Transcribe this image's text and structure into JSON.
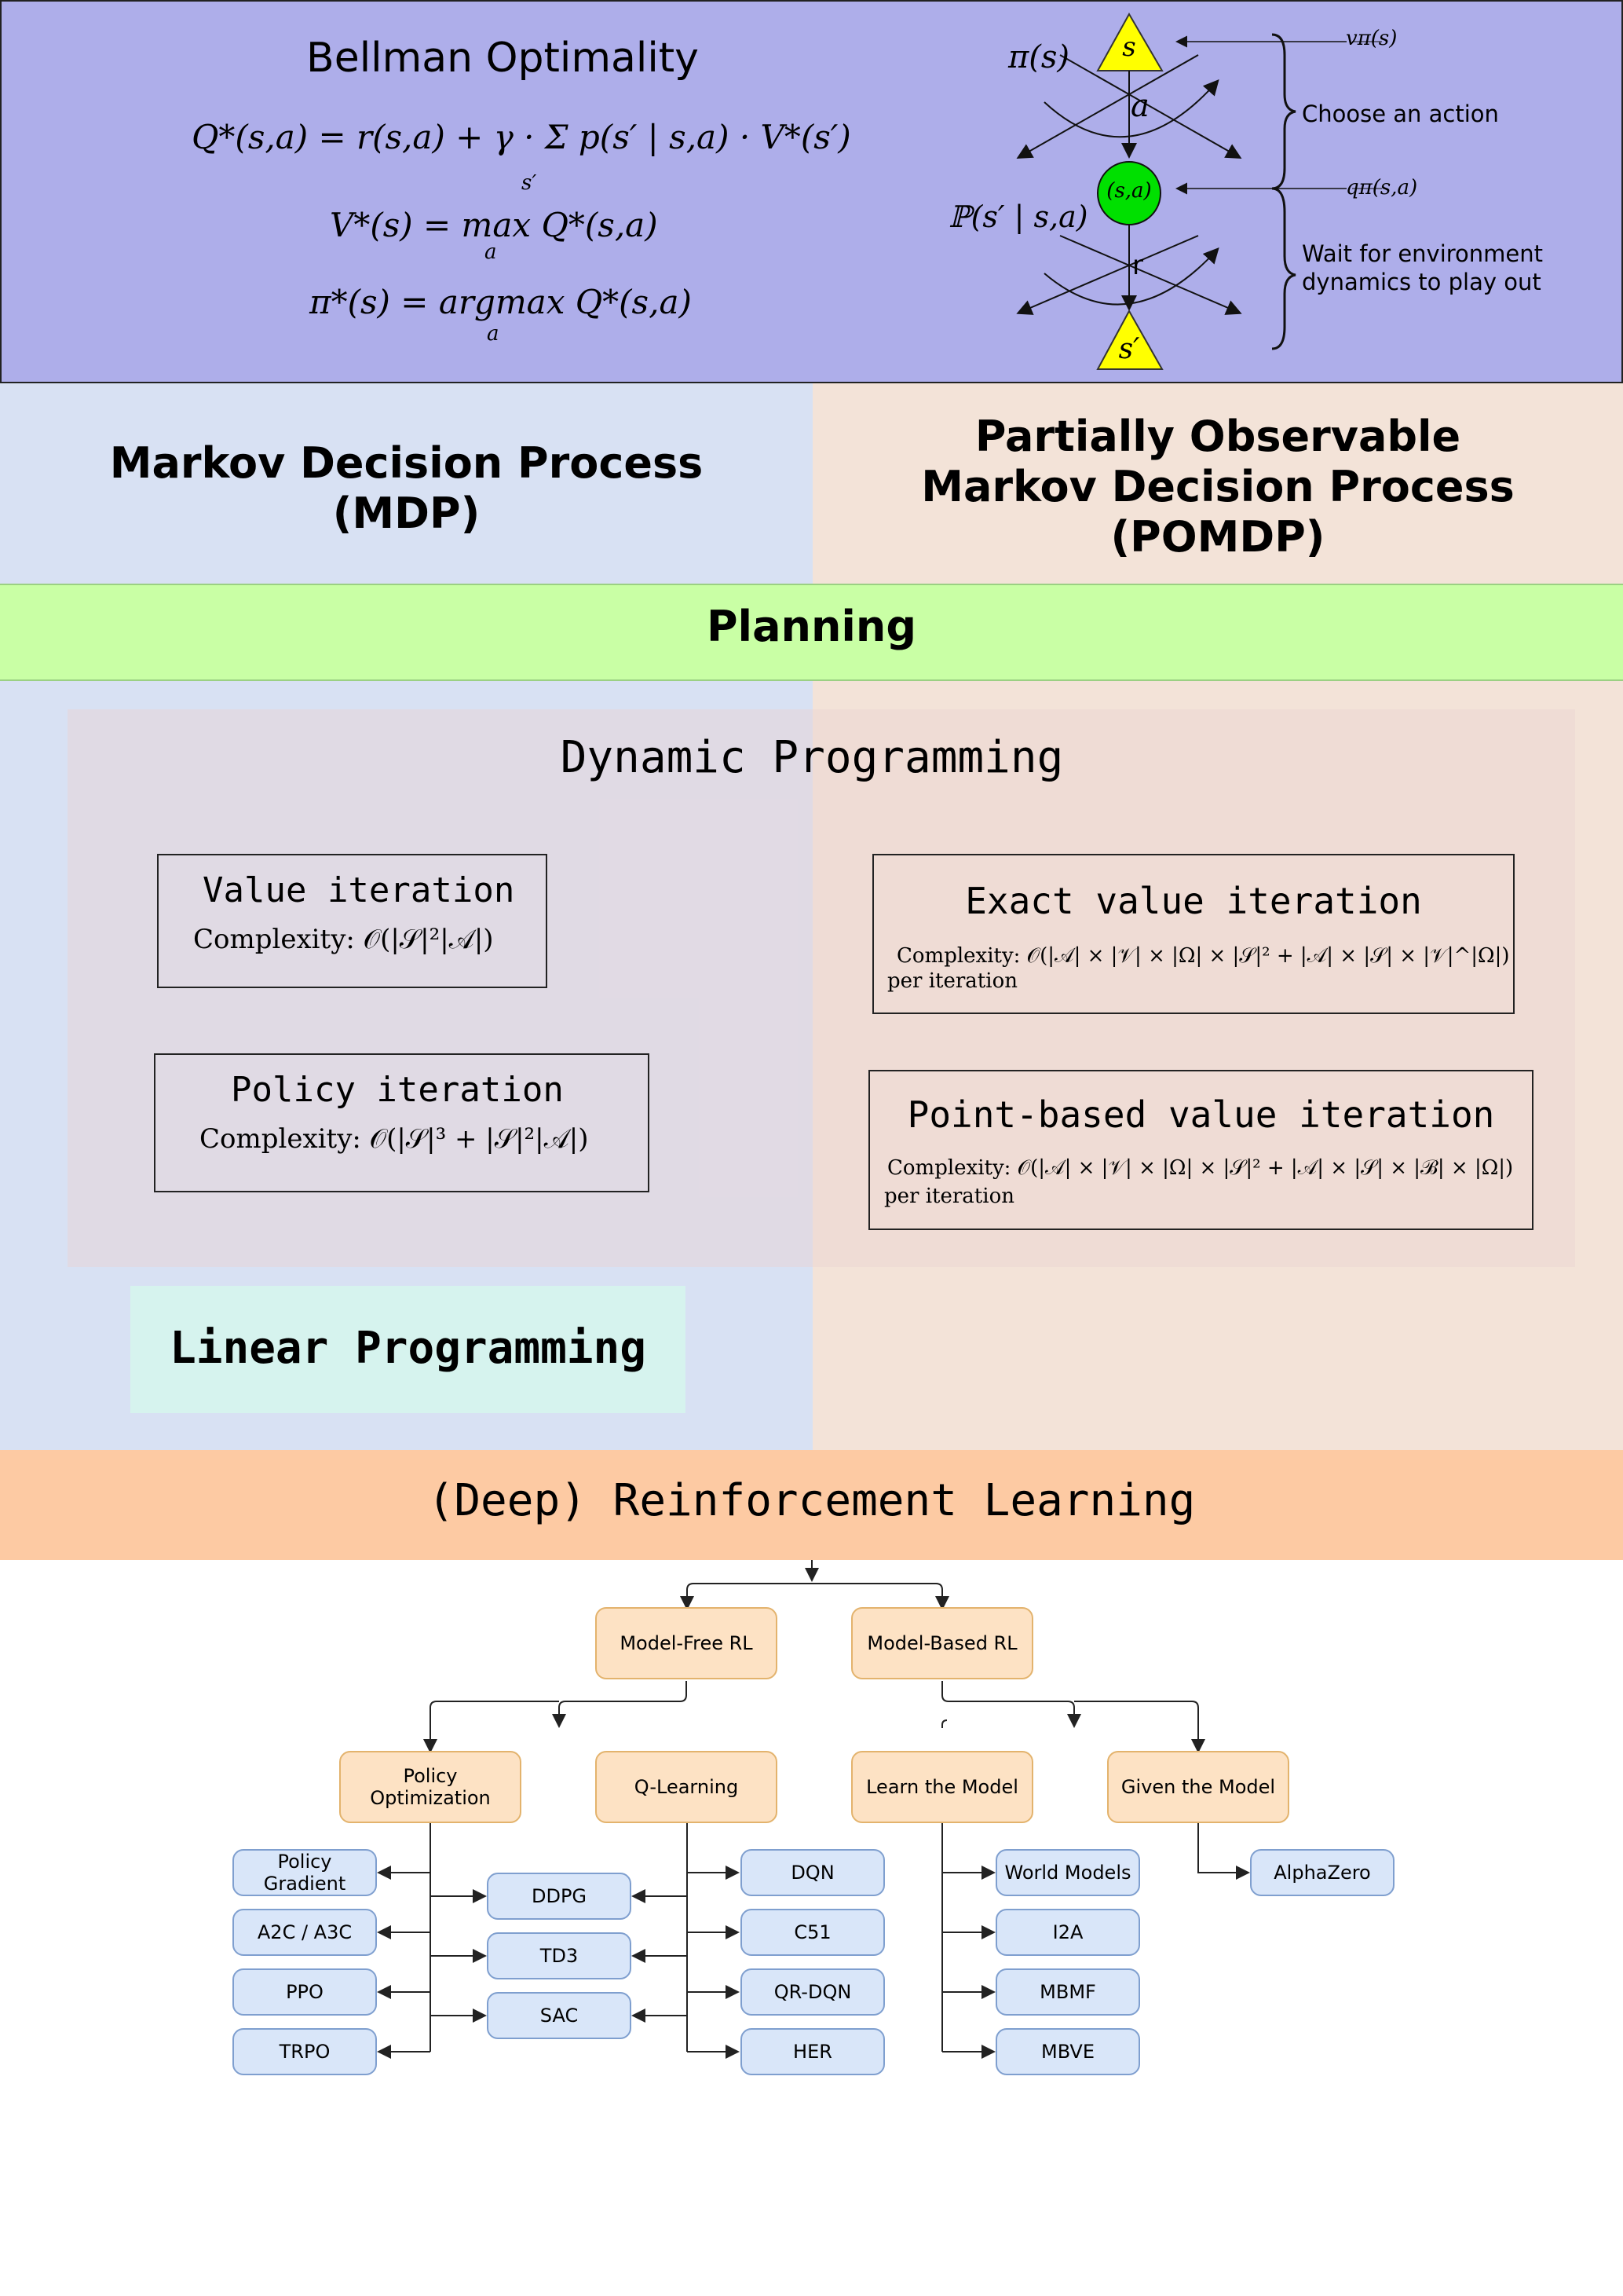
{
  "colors": {
    "bellman_bg": "#aeaeea",
    "mdp_bg": "#d8e1f3",
    "pomdp_bg": "#f3e3d8",
    "planning_bg": "#c9ffa5",
    "linear_programming_bg": "#d6f3ee",
    "rl_bar_bg": "#fdcaa3",
    "rl_node_orange": "#fde2c4",
    "rl_node_blue": "#d9e6f9",
    "state_triangle": "#ffff00",
    "state_action_circle": "#00e000"
  },
  "bellman": {
    "title": "Bellman Optimality",
    "eq_q": "Q*(s,a) = r(s,a) + γ · Σ p(s′ | s,a) · V*(s′)",
    "eq_q_sub": "s′",
    "eq_v": "V*(s) = max Q*(s,a)",
    "eq_v_sub": "a",
    "eq_pi": "π*(s) = argmax Q*(s,a)",
    "eq_pi_sub": "a",
    "backup_diagram": {
      "policy_label": "π(s)",
      "state_top": "s",
      "action_label": "a",
      "state_action": "(s,a)",
      "transition_label": "ℙ(s′ | s,a)",
      "reward_label": "r",
      "state_bottom": "s′",
      "v_label": "vπ(s)",
      "q_label": "qπ(s,a)",
      "brace_top_text": "Choose an action",
      "brace_bottom_text_1": "Wait for environment",
      "brace_bottom_text_2": "dynamics to play out"
    }
  },
  "mdp": {
    "line1": "Markov Decision Process",
    "line2": "(MDP)"
  },
  "pomdp": {
    "line1": "Partially Observable",
    "line2": "Markov Decision Process",
    "line3": "(POMDP)"
  },
  "planning": {
    "label": "Planning"
  },
  "dynamic_programming": {
    "title": "Dynamic Programming",
    "value_iteration": {
      "title": "Value iteration",
      "complexity": "Complexity: 𝒪(|𝒮|²|𝒜|)"
    },
    "policy_iteration": {
      "title": "Policy iteration",
      "complexity": "Complexity: 𝒪(|𝒮|³ + |𝒮|²|𝒜|)"
    },
    "exact_value_iteration": {
      "title": "Exact value iteration",
      "complexity": "Complexity: 𝒪(|𝒜| × |𝒱| × |Ω| × |𝒮|² + |𝒜| × |𝒮| × |𝒱|^|Ω|)",
      "note": "per iteration"
    },
    "point_based_value_iteration": {
      "title": "Point-based value iteration",
      "complexity": "Complexity: 𝒪(|𝒜| × |𝒱| × |Ω| × |𝒮|² + |𝒜| × |𝒮| × |ℬ| × |Ω|)",
      "note": "per iteration"
    }
  },
  "linear_programming": {
    "label": "Linear Programming"
  },
  "reinforcement_learning": {
    "title": "(Deep) Reinforcement Learning",
    "model_free": "Model-Free RL",
    "model_based": "Model-Based RL",
    "policy_optimization": "Policy Optimization",
    "q_learning": "Q-Learning",
    "learn_the_model": "Learn the Model",
    "given_the_model": "Given the Model",
    "policy_opt_algos": [
      "Policy Gradient",
      "A2C / A3C",
      "PPO",
      "TRPO"
    ],
    "hybrid_algos": [
      "DDPG",
      "TD3",
      "SAC"
    ],
    "q_learning_algos": [
      "DQN",
      "C51",
      "QR-DQN",
      "HER"
    ],
    "learn_model_algos": [
      "World Models",
      "I2A",
      "MBMF",
      "MBVE"
    ],
    "given_model_algos": [
      "AlphaZero"
    ]
  }
}
